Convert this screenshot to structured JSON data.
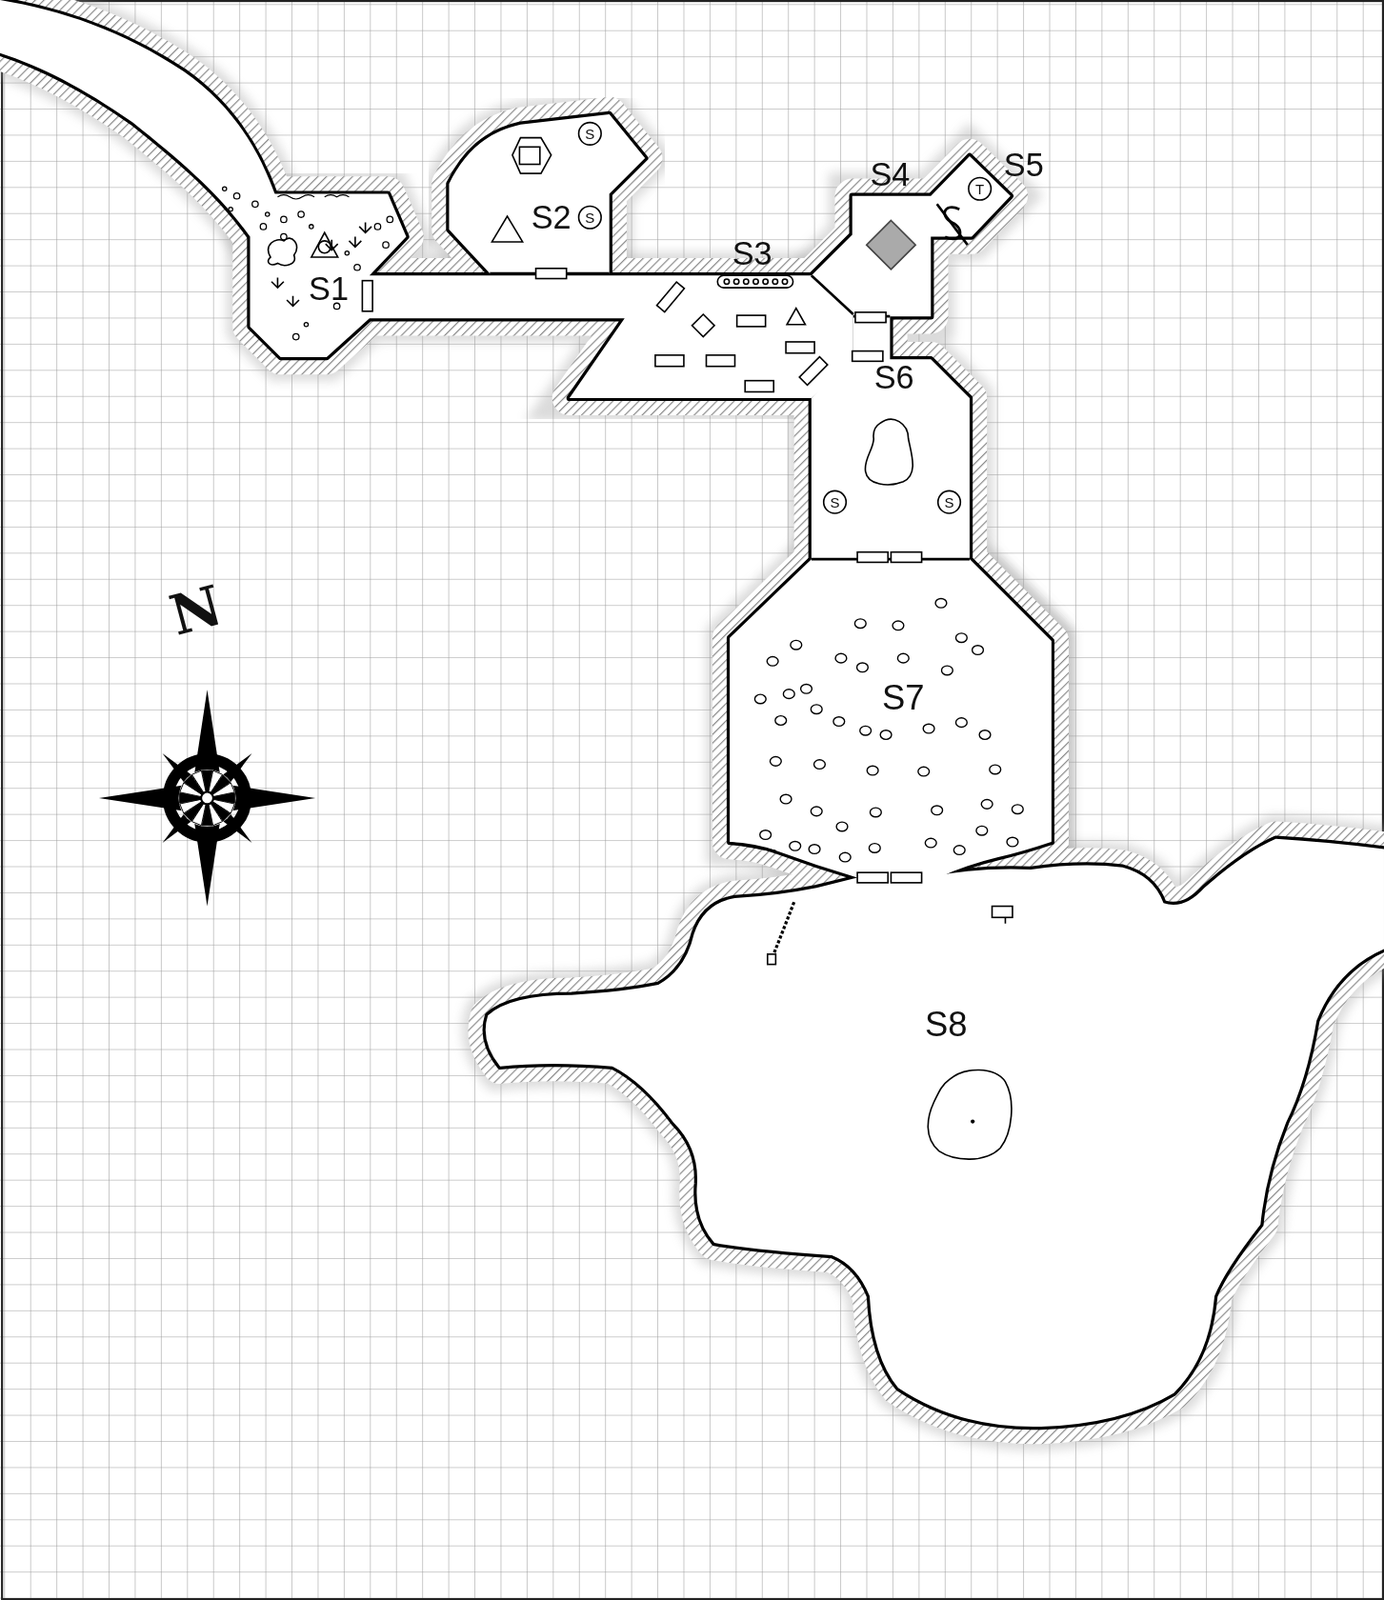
{
  "diagram": {
    "labels": [
      "S1",
      "S2",
      "S3",
      "S4",
      "S5",
      "S6",
      "S7",
      "S8",
      "S",
      "S",
      "T",
      "S",
      "S",
      "N"
    ]
  }
}
